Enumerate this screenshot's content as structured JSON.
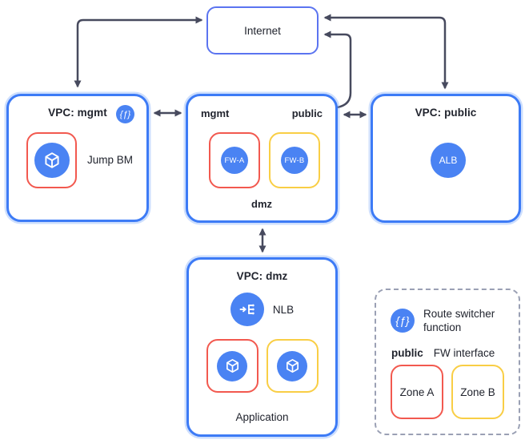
{
  "internet": {
    "label": "Internet"
  },
  "vpc_mgmt": {
    "title": "VPC: mgmt",
    "function_badge": "{ƒ}",
    "jump_bm": "Jump BM"
  },
  "fw_box": {
    "mgmt_label": "mgmt",
    "public_label": "public",
    "dmz_label": "dmz",
    "fw_a": "FW-A",
    "fw_b": "FW-B"
  },
  "vpc_public": {
    "title": "VPC: public",
    "alb": "ALB"
  },
  "vpc_dmz": {
    "title": "VPC: dmz",
    "nlb": "NLB",
    "application": "Application"
  },
  "legend": {
    "function_badge": "{ƒ}",
    "route_switcher": "Route switcher function",
    "public_label": "public",
    "fw_interface": "FW interface",
    "zone_a": "Zone A",
    "zone_b": "Zone B"
  },
  "colors": {
    "vpc_border": "#3d7bf6",
    "internet_border": "#5b74f0",
    "node_circle": "#4a83f3",
    "zone_a_red": "#f2594f",
    "zone_b_yellow": "#f9ce45",
    "arrow": "#474a5e",
    "legend_border": "#9aa0b4",
    "text": "#21242e"
  }
}
